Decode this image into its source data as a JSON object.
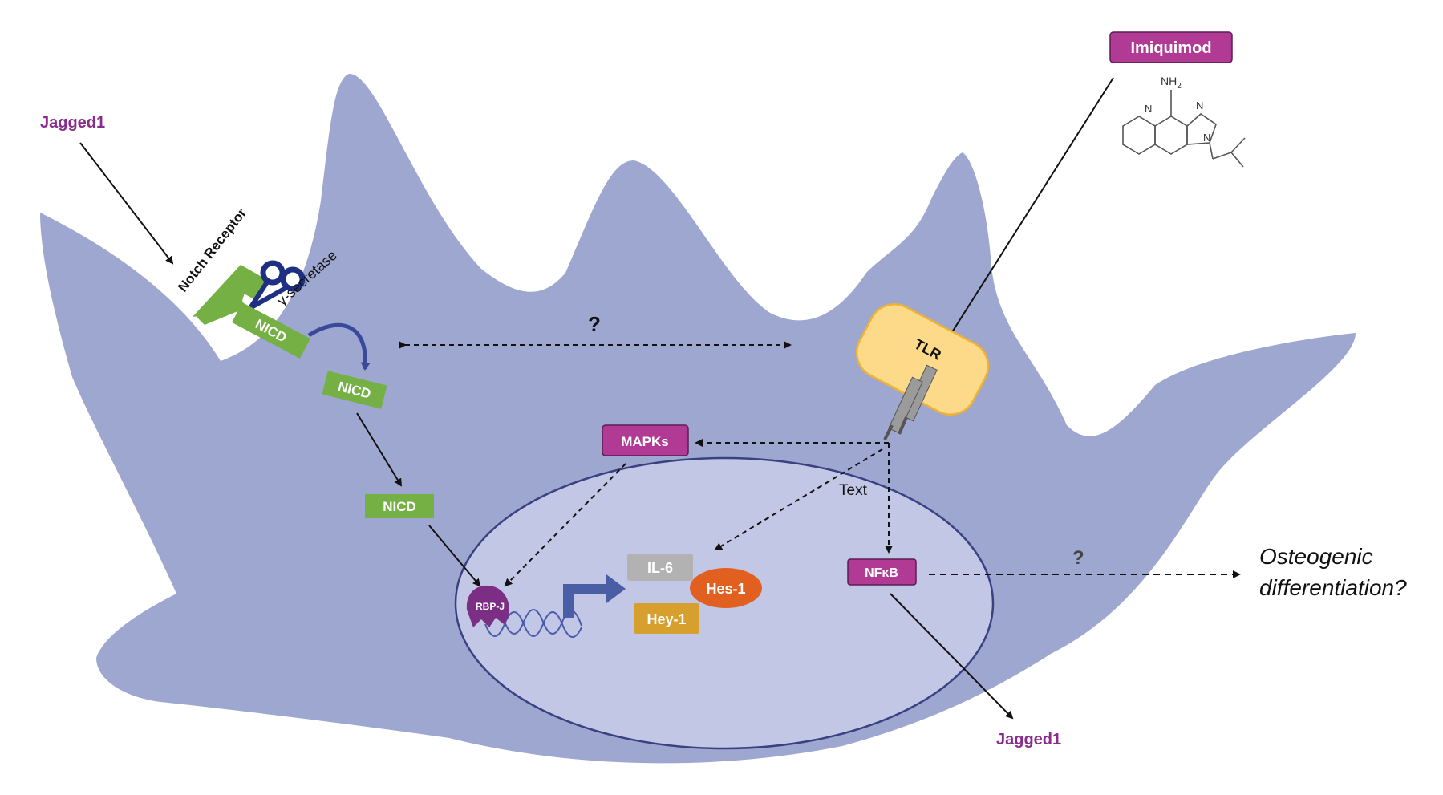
{
  "diagram": {
    "jagged1_top": "Jagged1",
    "jagged1_bottom": "Jagged1",
    "notch_receptor": "Notch Receptor",
    "gamma_secretase": "γ-secretase",
    "nicd_1": "NICD",
    "nicd_2": "NICD",
    "nicd_3": "NICD",
    "question_top": "?",
    "question_right": "?",
    "imiquimod": "Imiquimod",
    "nh2": "NH",
    "nh2_sub": "2",
    "atom_n1": "N",
    "atom_n2": "N",
    "atom_n3": "N",
    "tlr": "TLR",
    "mapks": "MAPKs",
    "text_label": "Text",
    "nfkb": "NFκB",
    "rbpj": "RBP-J",
    "il6": "IL-6",
    "hes1": "Hes-1",
    "hey1": "Hey-1",
    "osteogenic_line1": "Osteogenic",
    "osteogenic_line2": "differentiation?"
  },
  "colors": {
    "cell": "#9da7d0",
    "nucleus": "#c2c7e6",
    "nucleus_border": "#3a4180",
    "green": "#74b043",
    "magenta": "#b03a94",
    "purple_text": "#8a2c8e",
    "tlr_fill": "#fdd98a",
    "tlr_border": "#f0b233",
    "il6": "#b2b2b2",
    "hes1": "#e2601f",
    "hey1": "#d79f2e",
    "rbpj": "#7b2e83",
    "scissors": "#1f2f83"
  }
}
